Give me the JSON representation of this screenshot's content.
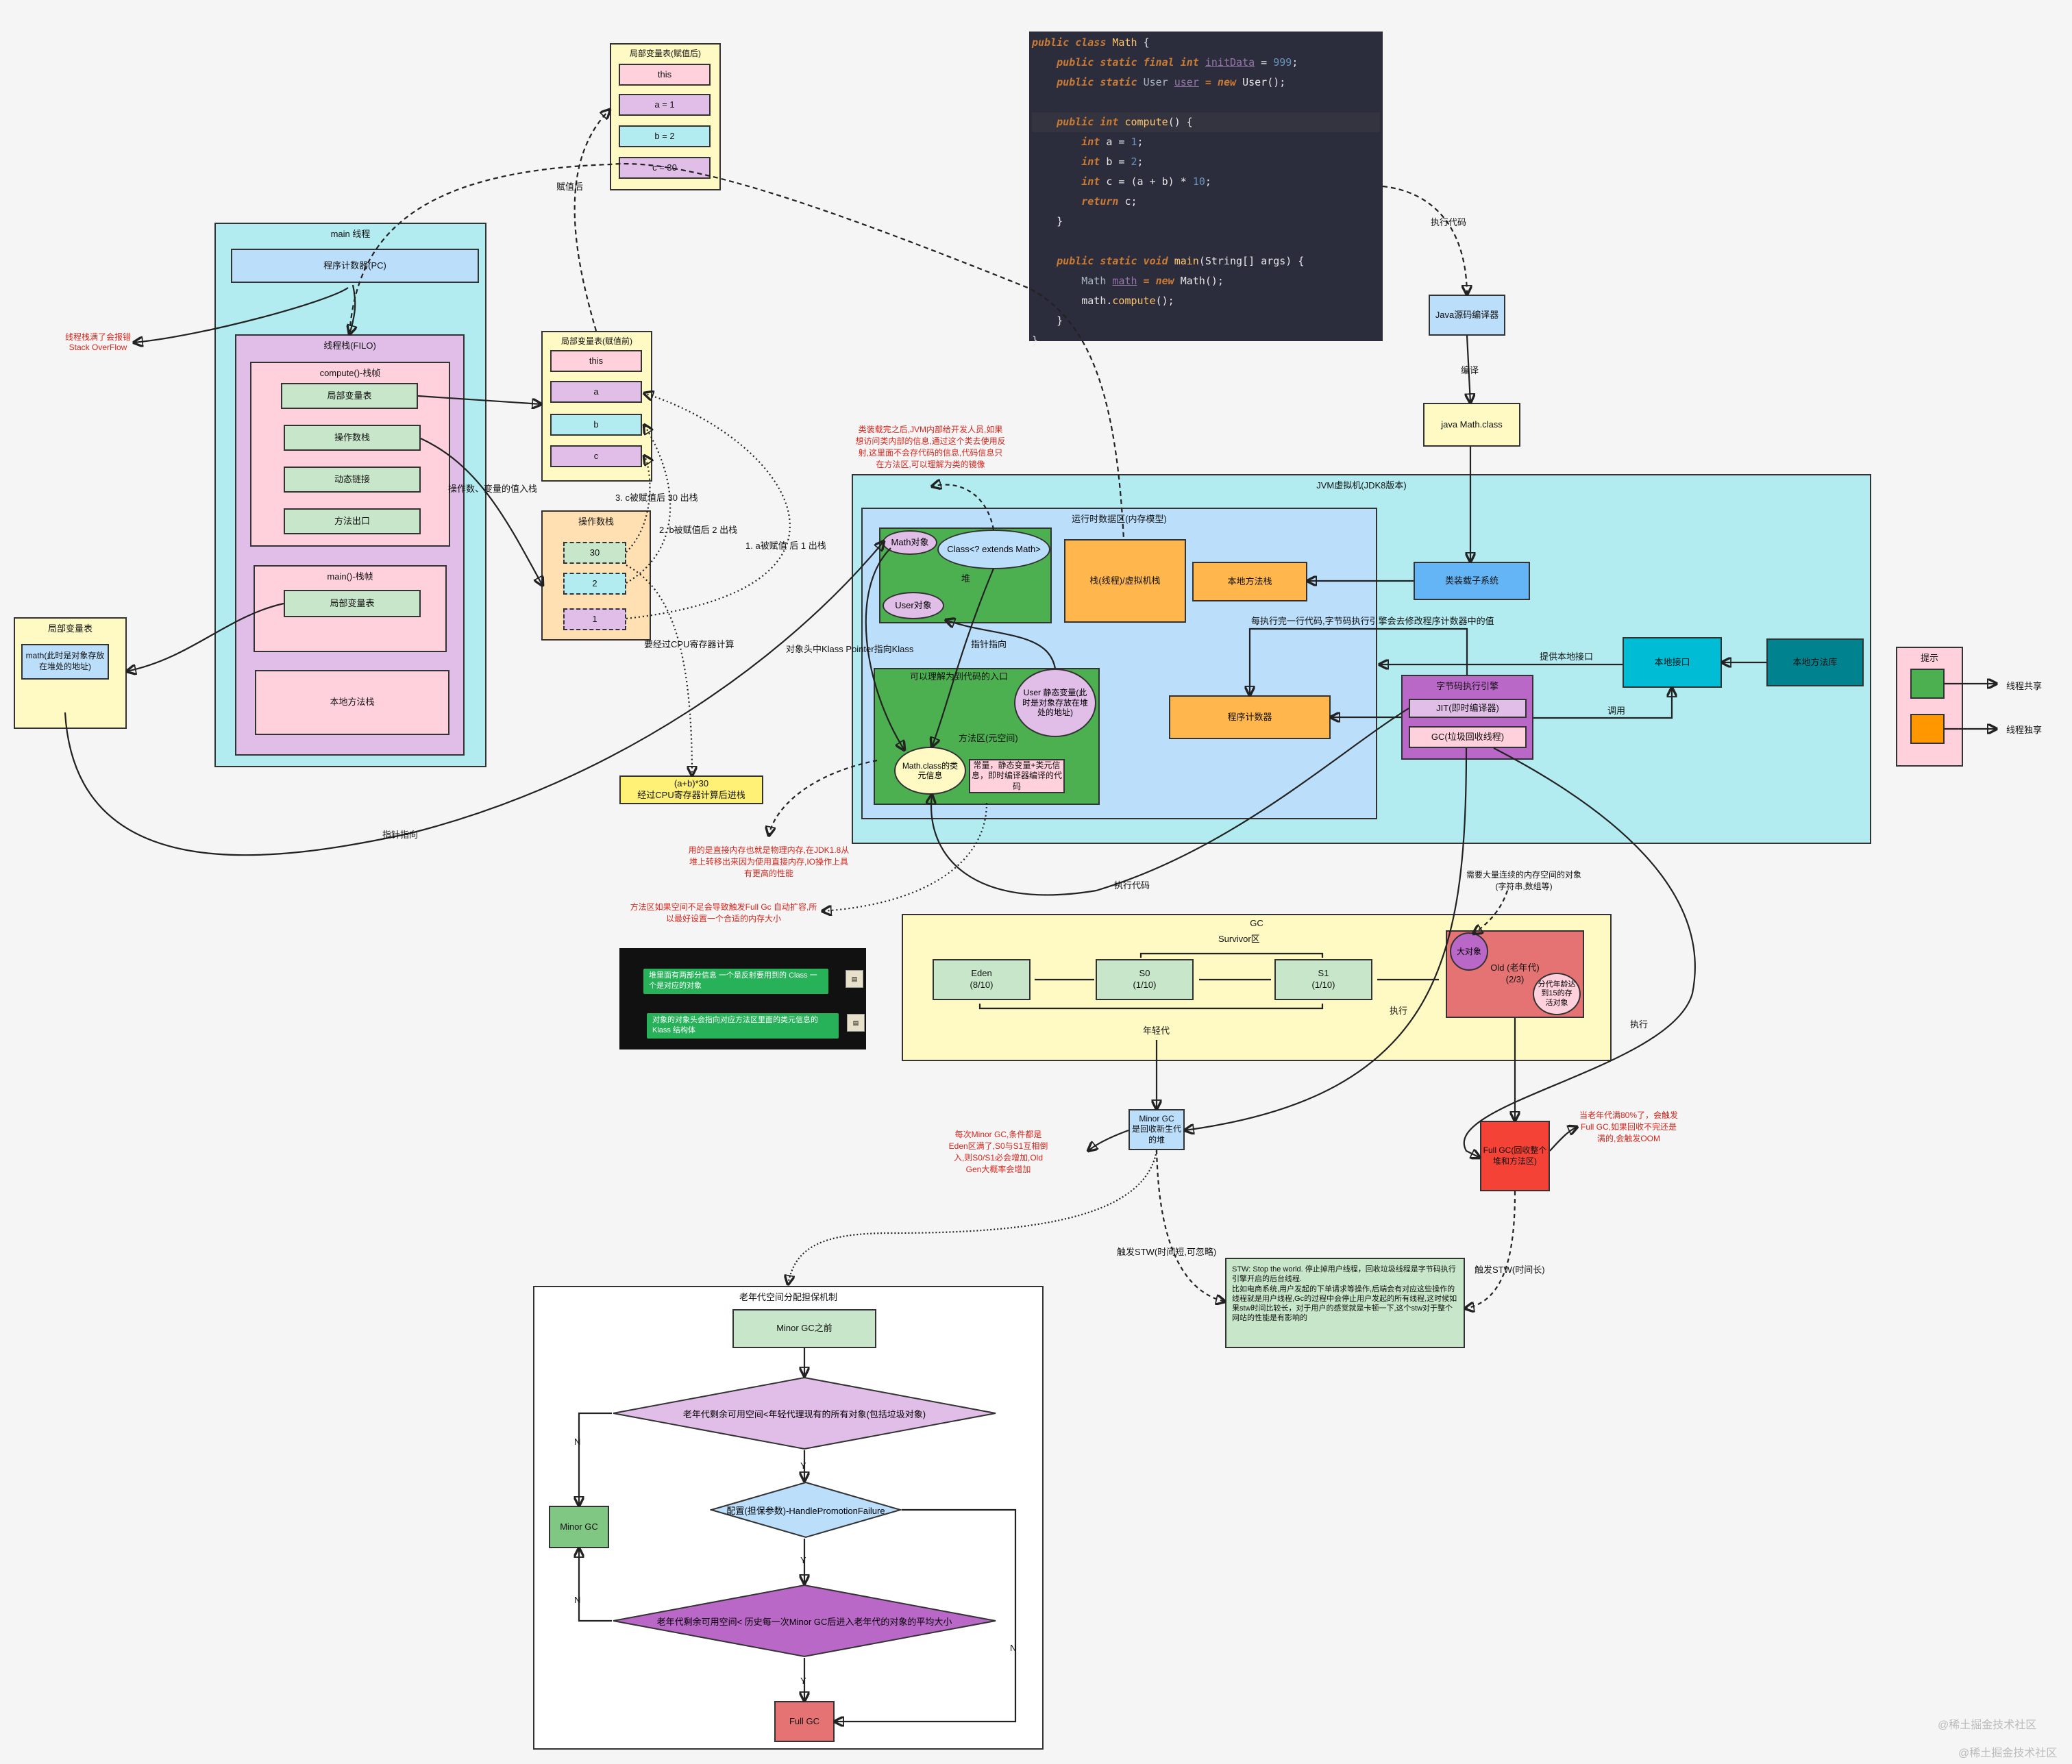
{
  "code": {
    "l1a": "public class ",
    "l1b": "Math",
    "l1c": " {",
    "l2a": "    public static final int ",
    "l2b": "initData",
    "l2c": " = ",
    "l2d": "999",
    "l2e": ";",
    "l3a": "    public static ",
    "l3b": "User ",
    "l3c": "user",
    "l3d": " = new ",
    "l3e": "User",
    "l3f": "();",
    "l5a": "    public int ",
    "l5b": "compute",
    "l5c": "() {",
    "l6a": "        int ",
    "l6b": "a = ",
    "l6c": "1",
    "l6d": ";",
    "l7a": "        int ",
    "l7b": "b = ",
    "l7c": "2",
    "l7d": ";",
    "l8a": "        int ",
    "l8b": "c = (a + b) * ",
    "l8c": "10",
    "l8d": ";",
    "l9a": "        return ",
    "l9b": "c;",
    "l10": "    }",
    "l12a": "    public static void ",
    "l12b": "main",
    "l12c": "(String[] args) {",
    "l13a": "        Math ",
    "l13b": "math",
    "l13c": " = new ",
    "l13d": "Math",
    "l13e": "();",
    "l14a": "        math.",
    "l14b": "compute",
    "l14c": "();",
    "l15": "    }",
    "l16": "}"
  },
  "boxes": {
    "main_thread": "main 线程",
    "pc": "程序计数器(PC)",
    "thread_stack": "线程栈(FILO)",
    "compute_frame": "compute()-栈帧",
    "lvt": "局部变量表",
    "opstack": "操作数栈",
    "dynlink": "动态链接",
    "method_exit": "方法出口",
    "main_frame": "main()-栈帧",
    "main_lvt": "局部变量表",
    "native_stack": "本地方法栈",
    "left_lvt_title": "局部变量表",
    "left_lvt_cell": "math(此时是对象存放在堆处的地址)",
    "lvt_after_title": "局部变量表(赋值后)",
    "lvt_after": [
      "this",
      "a = 1",
      "b = 2",
      "c = 30"
    ],
    "lvt_before_title": "局部变量表(赋值前)",
    "lvt_before": [
      "this",
      "a",
      "b",
      "c"
    ],
    "ops_title": "操作数栈",
    "ops": [
      "30",
      "2",
      "1"
    ],
    "cpu": "(a+b)*30\n经过CPU寄存器计算后进栈",
    "compiler": "Java源码编译器",
    "classfile": "java Math.class",
    "jvm": "JVM虚拟机(JDK8版本)",
    "runtime": "运行时数据区(内存模型)",
    "heap_label": "堆",
    "math_obj": "Math对象",
    "class_ext": "Class<? extends Math>",
    "user_obj": "User对象",
    "vm_stack": "栈(线程)/虚拟机栈",
    "native_stack2": "本地方法栈",
    "classloader": "类装载子系统",
    "method_area": "方法区(元空间)",
    "user_static": "User 静态变量(此时是对象存放在堆处的地址)",
    "math_class": "Math.class的类元信息",
    "constants": "常量，静态变量+类元信息，即时编译器编译的代码",
    "pc2": "程序计数器",
    "exec_engine": "字节码执行引擎",
    "jit": "JIT(即时编译器)",
    "gc_thread": "GC(垃圾回收线程)",
    "native_if": "本地接口",
    "native_lib": "本地方法库",
    "tips_title": "提示",
    "tip_shared": "线程共享",
    "tip_private": "线程独享",
    "gc": "GC",
    "survivor": "Survivor区",
    "eden": "Eden\n(8/10)",
    "s0": "S0\n(1/10)",
    "s1": "S1\n(1/10)",
    "young": "年轻代",
    "old": "Old (老年代)\n(2/3)",
    "big_obj": "大对象",
    "aged": "分代年龄达到15的存活对象",
    "minor_gc": "Minor GC\n是回收新生代的堆",
    "full_gc": "Full GC(回收整个堆和方法区)",
    "stw": "STW: Stop the world. 停止掉用户线程，回收垃圾线程是字节码执行引擎开启的后台线程.\n比如电商系统,用户发起的下单请求等操作,后端会有对应这些操作的线程就是用户线程,Gc的过程中会停止用户发起的所有线程,这时候如果stw时间比较长，对于用户的感觉就是卡顿一下,这个stw对于整个网站的性能是有影响的",
    "guarantee": "老年代空间分配担保机制",
    "before_minor": "Minor GC之前",
    "d1": "老年代剩余可用空间<年轻代理现有的所有对象(包括垃圾对象)",
    "d2": "配置(担保参数)-HandlePromotionFailure",
    "d3": "老年代剩余可用空间< 历史每一次Minor GC后进入老年代的对象的平均大小",
    "fc_minor": "Minor GC",
    "fc_full": "Full GC",
    "dark1": "堆里面有两部分信息  一个是反射要用到的 Class 一个是对应的对象",
    "dark2": "对象的对象头会指向对应方法区里面的类元信息的 Klass 结构体",
    "watermark1": "@稀土掘金技术社区",
    "watermark2": "@稀土掘金技术社区"
  },
  "labels": {
    "overflow": "线程栈满了会报错\nStack OverFlow",
    "assigned": "赋值后",
    "push": "操作数、变量的值入栈",
    "c_pop": "3. c被赋值后 30 出栈",
    "b_pop": "2. b被赋值后 2 出栈",
    "a_pop": "1. a被赋值 后 1 出栈",
    "need_cpu": "要经过CPU寄存器计算",
    "klass": "对象头中Klass Pointer指向Klass",
    "ptr1": "指针指向",
    "ptr2": "指针指向",
    "entry": "可以理解为到代码的入口",
    "reflect": "类装载完之后,JVM内部给开发人员,如果想访问类内部的信息,通过这个类去使用反射,这里面不会存代码的信息,代码信息只在方法区,可以理解为类的镜像",
    "pc_change": "每执行完一行代码,字节码执行引擎会去修改程序计数器中的值",
    "provide_native": "提供本地接口",
    "invoke": "调用",
    "exec_code": "执行代码",
    "compile": "编译",
    "exec_code2": "执行代码",
    "direct_mem": "用的是直接内存也就是物理内存,在JDK1.8从堆上转移出来因为使用直接内存,IO操作上具有更高的性能",
    "metaspace": "方法区如果空间不足会导致触发Full Gc 自动扩容,所以最好设置一个合适的内存大小",
    "big_need": "需要大量连续的内存空间的对象\n(字符串,数组等)",
    "exec1": "执行",
    "exec2": "执行",
    "minor_note": "每次Minor GC,条件都是Eden区满了,S0与S1互相倒入,则S0/S1必会增加,Old  Gen大概率会增加",
    "full_note": "当老年代满80%了，会触发Full GC,如果回收不完还是满的,会触发OOM",
    "stw_short": "触发STW(时间短,可忽略)",
    "stw_long": "触发STW(时间长)",
    "n1": "N",
    "y1": "Y",
    "y2": "Y",
    "n2": "N",
    "y3": "Y",
    "n3": "N"
  },
  "colors": {
    "cyan": "#b2ebf0",
    "pink": "#ffd1dc",
    "purple_light": "#e1bee7",
    "green_light": "#c8e6c9",
    "yellow_light": "#fff9c4",
    "blue_light": "#bbdefb",
    "orange": "#ffb74d",
    "orange_light": "#ffe0b2",
    "green": "#4caf50",
    "purple": "#ba68c8",
    "red": "#e53935",
    "teal": "#00bcd4",
    "teal_dark": "#00838f"
  }
}
